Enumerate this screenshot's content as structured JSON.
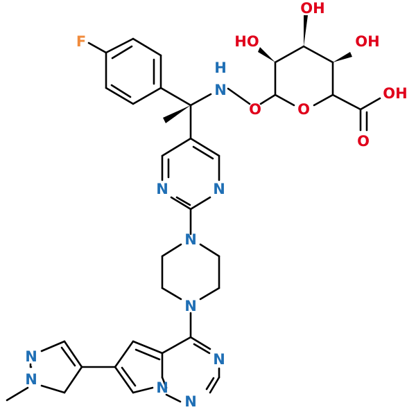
{
  "structure": {
    "colors": {
      "carbon_bond": "#000000",
      "nitrogen": "#1f6fb5",
      "oxygen": "#e0001b",
      "fluorine": "#f08b3c",
      "background": "#ffffff"
    },
    "labels": {
      "fluorine": "F",
      "hydroxyl_top": "OH",
      "hydroxyl_left": "HO",
      "hydroxyl_right": "OH",
      "acid_hydroxyl": "OH",
      "carbonyl_oxygen": "O",
      "ring_oxygen": "O",
      "glycoside_oxygen": "O",
      "amine_n": "N",
      "amine_h": "H",
      "pyrimidine_n_left": "N",
      "pyrimidine_n_right": "N",
      "piperazine_n_top": "N",
      "piperazine_n_bottom": "N",
      "triazine_n_right": "N",
      "triazine_n_bottom": "N",
      "triazine_n_fused": "N",
      "pyrazole_n_top": "N",
      "pyrazole_n_methyl": "N"
    }
  }
}
